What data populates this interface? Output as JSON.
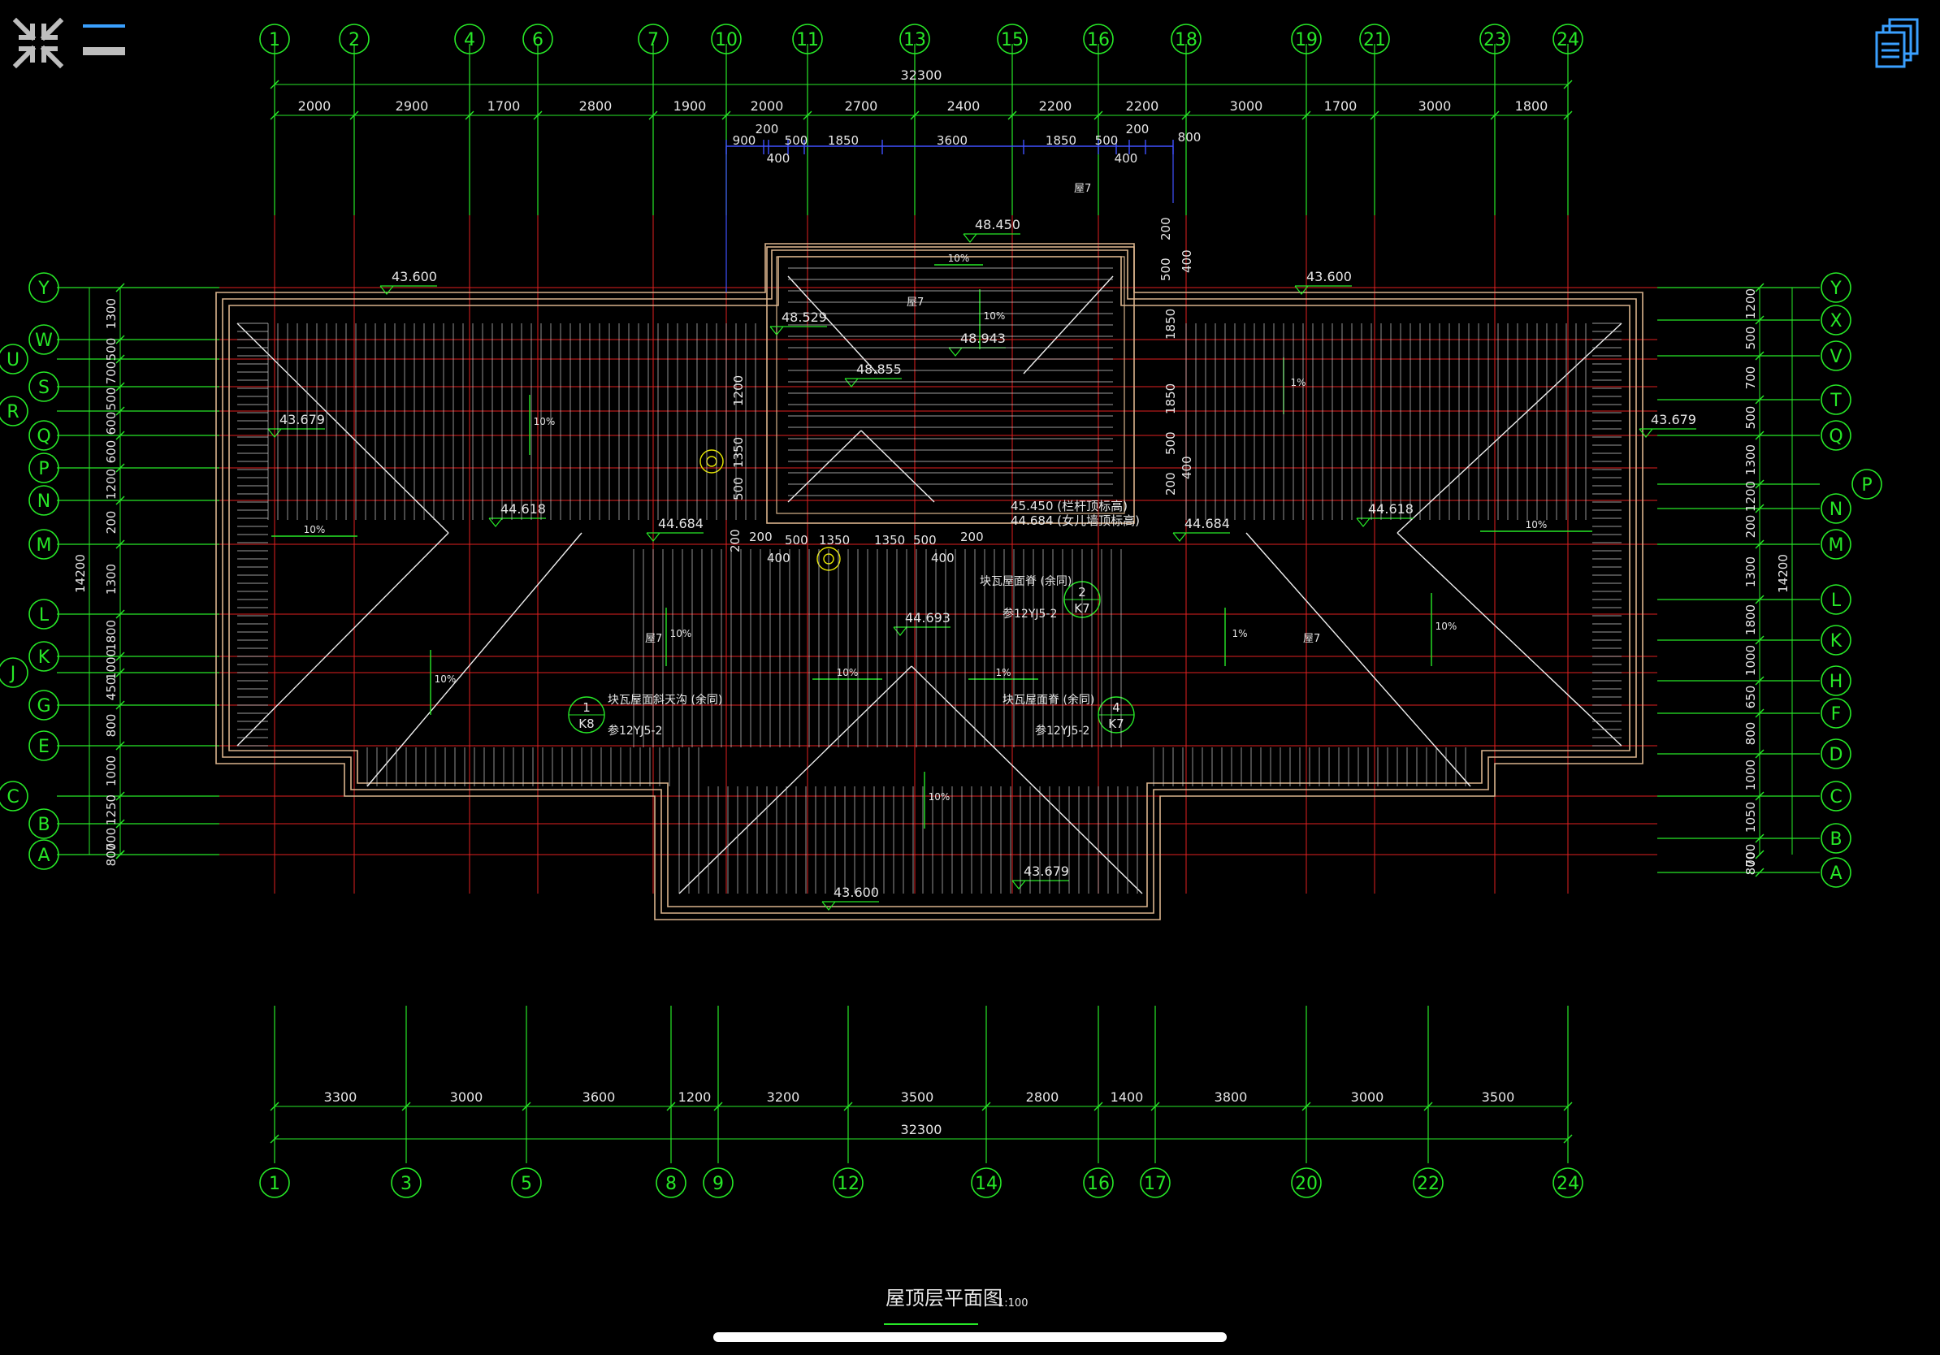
{
  "toolbar": {
    "collapse_icon": "collapse-arrows-icon",
    "menu_icon": "hamburger-menu-icon",
    "layers_icon": "layers-icon"
  },
  "colors": {
    "background": "#000000",
    "axis": "#27e827",
    "grid": "#e02020",
    "roof_outline": "#d9b38c",
    "hatch": "#cfcfcf",
    "dim_blue": "#4050ff",
    "text": "#e6e6e6",
    "ui_blue": "#3aa0ff"
  },
  "top_axes": [
    "1",
    "2",
    "4",
    "6",
    "7",
    "10",
    "11",
    "13",
    "15",
    "16",
    "18",
    "19",
    "21",
    "23",
    "24"
  ],
  "bottom_axes": [
    "1",
    "3",
    "5",
    "8",
    "9",
    "12",
    "14",
    "16",
    "17",
    "20",
    "22",
    "24"
  ],
  "left_axes": [
    "Y",
    "W",
    "U",
    "S",
    "R",
    "Q",
    "P",
    "N",
    "M",
    "L",
    "K",
    "J",
    "G",
    "E",
    "C",
    "B",
    "A"
  ],
  "right_axes": [
    "Y",
    "X",
    "V",
    "T",
    "Q",
    "P",
    "N",
    "M",
    "L",
    "K",
    "H",
    "F",
    "D",
    "C",
    "B",
    "A"
  ],
  "top_total": "32300",
  "top_dims": [
    "2000",
    "2900",
    "1700",
    "2800",
    "1900",
    "2000",
    "2700",
    "2400",
    "2200",
    "2200",
    "3000",
    "1700",
    "3000",
    "1800"
  ],
  "blue_dims": [
    "900",
    "200",
    "400",
    "500",
    "1850",
    "3600",
    "1850",
    "500",
    "200",
    "400",
    "800"
  ],
  "bottom_total": "32300",
  "bottom_dims": [
    "3300",
    "3000",
    "3600",
    "1200",
    "3200",
    "3500",
    "2800",
    "1400",
    "3800",
    "3000",
    "3500"
  ],
  "left_total": "14200",
  "left_dims": [
    "1300",
    "500",
    "700",
    "500",
    "600",
    "600",
    "1200",
    "200",
    "1300",
    "1800",
    "1000",
    "450",
    "800",
    "1000",
    "1250",
    "700",
    "800"
  ],
  "right_total": "14200",
  "right_dims": [
    "1200",
    "500",
    "700",
    "500",
    "1300",
    "1200",
    "200",
    "1300",
    "1800",
    "1000",
    "650",
    "800",
    "1000",
    "1050",
    "700",
    "800"
  ],
  "elevations": [
    "48.450",
    "43.600",
    "43.600",
    "43.679",
    "43.679",
    "48.529",
    "48.943",
    "48.855",
    "44.618",
    "44.618",
    "44.684",
    "44.684",
    "44.693",
    "43.600",
    "43.679"
  ],
  "slopes": [
    "10%",
    "1%"
  ],
  "notes": {
    "parapet1": "45.450 (栏杆顶标高)",
    "parapet2": "44.684 (女儿墙顶标高)",
    "roof_ridge": "块瓦屋面脊 (余同)",
    "roof_valley": "块瓦屋面斜天沟 (余同)",
    "ref": "参12YJ5-2",
    "drain": "屋7",
    "dim_200": "200",
    "dim_500": "500",
    "dim_400": "400",
    "dim_1350": "1350",
    "dim_1200": "1200",
    "dim_1850": "1850"
  },
  "details": [
    {
      "num": "2",
      "sheet": "K7"
    },
    {
      "num": "1",
      "sheet": "K8"
    },
    {
      "num": "4",
      "sheet": "K7"
    }
  ],
  "title": "屋顶层平面图",
  "scale": "1:100"
}
